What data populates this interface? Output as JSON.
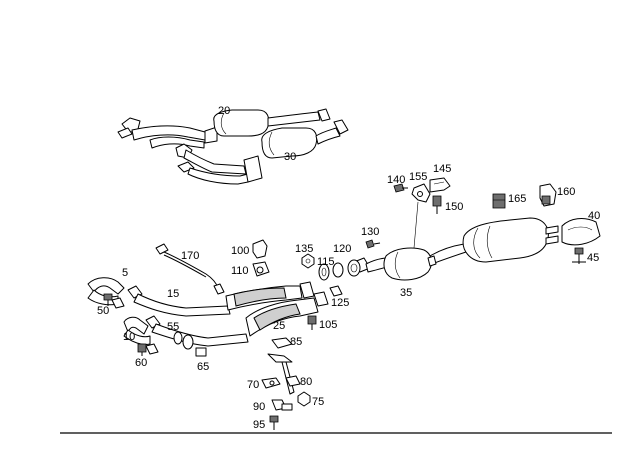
{
  "labels": {
    "p20": "20",
    "p30": "30",
    "p140": "140",
    "p155": "155",
    "p145": "145",
    "p150": "150",
    "p165": "165",
    "p160": "160",
    "p40": "40",
    "p45": "45",
    "p130": "130",
    "p120": "120",
    "p115": "115",
    "p135": "135",
    "p100": "100",
    "p110": "110",
    "p170": "170",
    "p125": "125",
    "p35": "35",
    "p5": "5",
    "p15": "15",
    "p50": "50",
    "p25": "25",
    "p105": "105",
    "p55": "55",
    "p10": "10",
    "p60": "60",
    "p65": "65",
    "p85": "85",
    "p70": "70",
    "p80": "80",
    "p75": "75",
    "p90": "90",
    "p95": "95"
  }
}
